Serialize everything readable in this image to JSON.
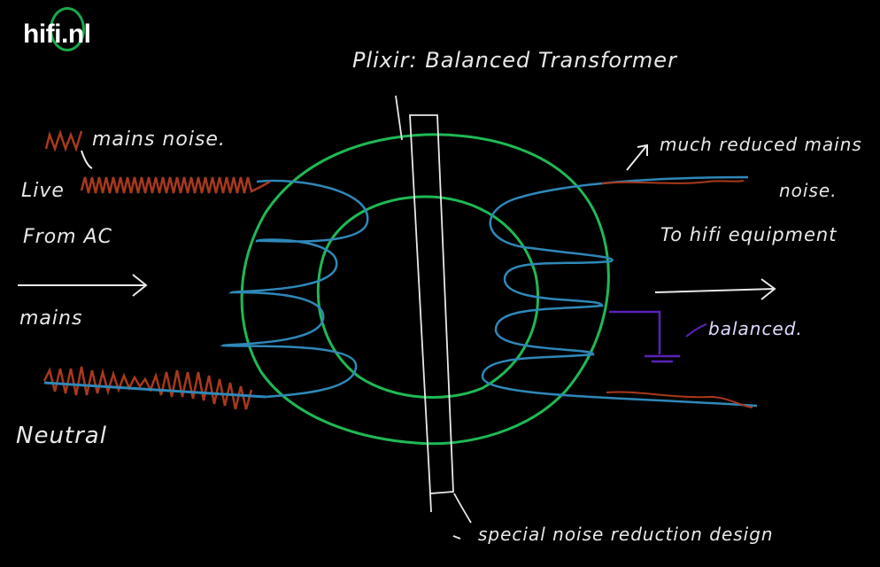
{
  "logo": {
    "text": "hifi.nl"
  },
  "labels": {
    "title": "Plixir: Balanced Transformer",
    "mains_noise": "mains noise.",
    "live": "Live",
    "from_ac": "From AC",
    "mains": "mains",
    "neutral": "Neutral",
    "reduced_line1": "much reduced mains",
    "reduced_line2": "noise.",
    "to_hifi": "To hifi equipment",
    "balanced": "balanced.",
    "special": "special noise reduction design"
  },
  "colors": {
    "core": "#1fb955",
    "winding": "#2f88b8",
    "noise": "#a8391c",
    "ground": "#5a22b8",
    "chalk": "#e8e8e8",
    "logo_ring": "#1aa84a"
  }
}
